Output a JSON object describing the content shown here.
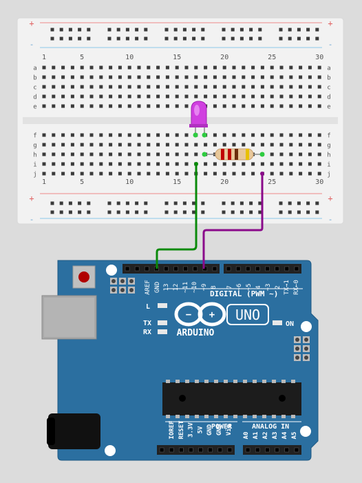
{
  "breadboard": {
    "column_numbers": [
      "1",
      "5",
      "10",
      "15",
      "20",
      "25",
      "30"
    ],
    "rows_top": [
      "a",
      "b",
      "c",
      "d",
      "e"
    ],
    "rows_bottom": [
      "f",
      "g",
      "h",
      "i",
      "j"
    ],
    "plus_sign": "+",
    "minus_sign": "-",
    "colors": {
      "body": "#f2f2f2",
      "hole": "#3a3a3a",
      "red_rail": "#e88",
      "blue_rail": "#8cc8e8"
    }
  },
  "components": {
    "led": {
      "color": "#d040e0"
    },
    "resistor": {
      "body": "#e8c89a",
      "bands": [
        "#c00000",
        "#c00000",
        "#6b2d0d",
        "#e8c000"
      ]
    },
    "wires": [
      {
        "color": "#0a8a0a"
      },
      {
        "color": "#8a0a8a"
      }
    ]
  },
  "arduino": {
    "logo_text": "ARDUINO",
    "model": "UNO",
    "digital_label": "DIGITAL (PWM ~)",
    "power_label": "POWER",
    "analog_label": "ANALOG IN",
    "led_labels": {
      "l": "L",
      "tx": "TX",
      "rx": "RX",
      "on": "ON"
    },
    "digital_pins": [
      "AREF",
      "GND",
      "13",
      "12",
      "~11",
      "~10",
      "~9",
      "8",
      "7",
      "~6",
      "~5",
      "4",
      "~3",
      "2",
      "TX→1",
      "RX←0"
    ],
    "power_pins": [
      "IOREF",
      "RESET",
      "3.3V",
      "5V",
      "GND",
      "GND",
      "Vin"
    ],
    "analog_pins": [
      "A0",
      "A1",
      "A2",
      "A3",
      "A4",
      "A5"
    ],
    "colors": {
      "board": "#2b6fa0",
      "header": "#222222",
      "text": "#ffffff"
    }
  }
}
